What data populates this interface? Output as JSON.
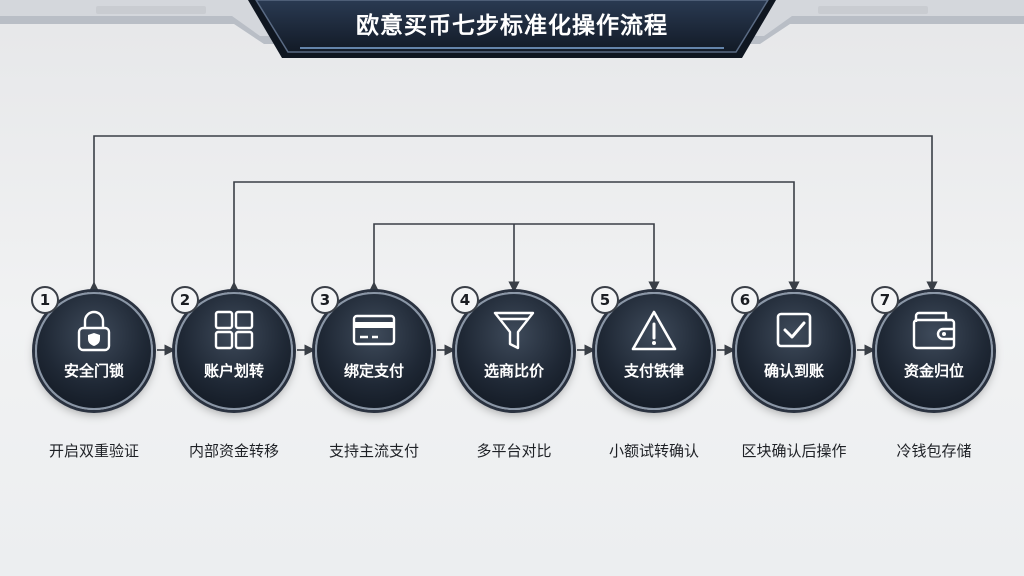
{
  "title": "欧意买币七步标准化操作流程",
  "steps": [
    {
      "number": "1",
      "label": "安全门锁",
      "desc": "开启双重验证",
      "icon": "lock-icon"
    },
    {
      "number": "2",
      "label": "账户划转",
      "desc": "内部资金转移",
      "icon": "grid-icon"
    },
    {
      "number": "3",
      "label": "绑定支付",
      "desc": "支持主流支付",
      "icon": "credit-card-icon"
    },
    {
      "number": "4",
      "label": "选商比价",
      "desc": "多平台对比",
      "icon": "funnel-icon"
    },
    {
      "number": "5",
      "label": "支付铁律",
      "desc": "小额试转确认",
      "icon": "warning-icon"
    },
    {
      "number": "6",
      "label": "确认到账",
      "desc": "区块确认后操作",
      "icon": "checkbox-icon"
    },
    {
      "number": "7",
      "label": "资金归位",
      "desc": "冷钱包存储",
      "icon": "wallet-icon"
    }
  ],
  "colors": {
    "ring_dark": "#1f2835",
    "ring_border": "#8a96a6",
    "connector": "#3a3f47",
    "banner": "#1c2838"
  }
}
